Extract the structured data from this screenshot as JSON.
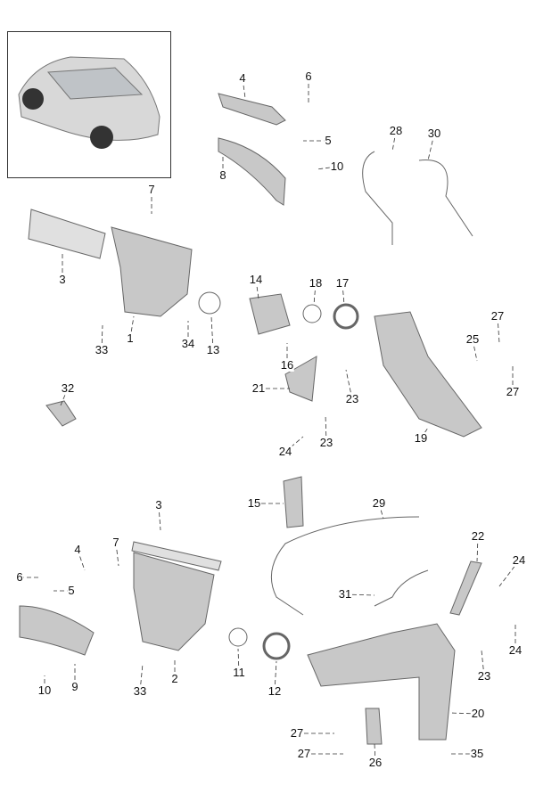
{
  "diagram": {
    "title": "Exhaust turbocharger and catalytic converter parts diagram",
    "callouts": [
      "4",
      "6",
      "5",
      "8",
      "10",
      "7",
      "28",
      "30",
      "3",
      "14",
      "18",
      "17",
      "1",
      "33",
      "34",
      "13",
      "16",
      "27",
      "25",
      "27",
      "32",
      "21",
      "23",
      "19",
      "23",
      "24",
      "3",
      "15",
      "29",
      "22",
      "24",
      "4",
      "7",
      "6",
      "5",
      "31",
      "24",
      "23",
      "11",
      "12",
      "2",
      "33",
      "10",
      "9",
      "20",
      "27",
      "27",
      "26",
      "35"
    ]
  }
}
